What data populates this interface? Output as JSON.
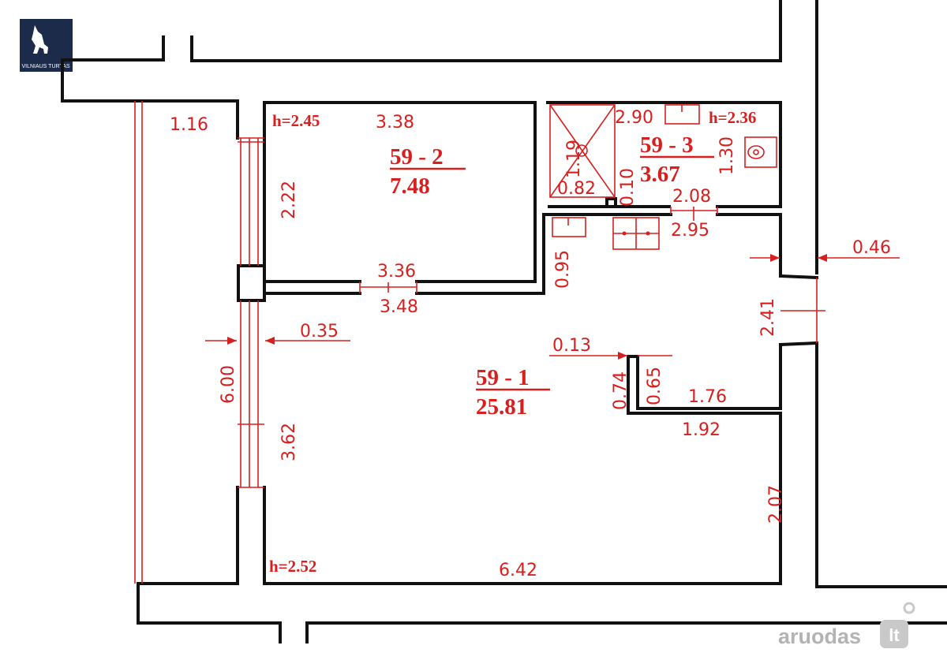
{
  "logo": {
    "text": "VILNIAUS TURTAS",
    "bg_color": "#1c2b4a"
  },
  "watermark": {
    "text_main": "aruodas",
    "text_suffix": "lt",
    "color": "#b3b3b3"
  },
  "colors": {
    "walls": "#111111",
    "annotations": "#d81f1f"
  },
  "rooms": {
    "room_2": {
      "id": "59 - 2",
      "area": "7.48"
    },
    "room_3": {
      "id": "59 - 3",
      "area": "3.67"
    },
    "room_1": {
      "id": "59 - 1",
      "area": "25.81"
    }
  },
  "ceilings": {
    "room_2": "h=2.45",
    "room_3": "h=2.36",
    "room_1": "h=2.52"
  },
  "dims": {
    "d_1_16": "1.16",
    "d_3_38": "3.38",
    "d_2_22": "2.22",
    "d_3_36": "3.36",
    "d_3_48": "3.48",
    "d_2_90": "2.90",
    "d_1_19": "1.19",
    "d_0_82": "0.82",
    "d_0_10": "0.10",
    "d_1_30": "1.30",
    "d_2_08": "2.08",
    "d_2_95": "2.95",
    "d_0_95": "0.95",
    "d_0_46": "0.46",
    "d_2_41": "2.41",
    "d_0_35": "0.35",
    "d_6_00": "6.00",
    "d_0_13": "0.13",
    "d_0_74": "0.74",
    "d_0_65": "0.65",
    "d_1_76": "1.76",
    "d_1_92": "1.92",
    "d_3_62": "3.62",
    "d_2_07": "2.07",
    "d_6_42": "6.42"
  }
}
